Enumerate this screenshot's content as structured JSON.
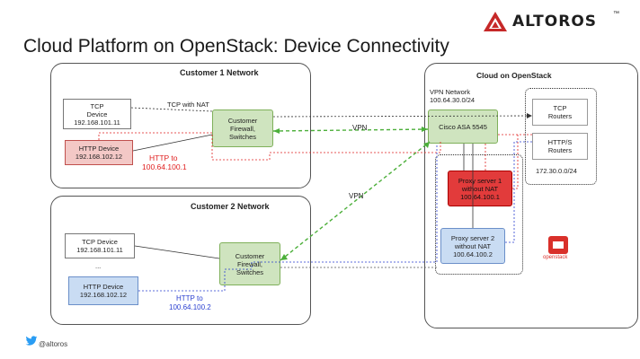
{
  "header": {
    "title": "Cloud Platform on OpenStack:  Device Connectivity",
    "logo_text": "ALTOROS",
    "logo_tm": "™"
  },
  "customer1": {
    "title": "Customer 1 Network",
    "tcp_device": [
      "TCP",
      "Device",
      "192.168.101.11"
    ],
    "tcp_nat_label": "TCP with NAT",
    "http_device": [
      "HTTP Device",
      "192.168.102.12"
    ],
    "http_to": [
      "HTTP  to",
      "100.64.100.1"
    ],
    "firewall": [
      "Customer",
      "Firewall,",
      "Switches"
    ]
  },
  "customer2": {
    "title": "Customer 2 Network",
    "tcp_device": [
      "TCP Device",
      "192.168.101.11"
    ],
    "ellipsis": "...",
    "http_device": [
      "HTTP Device",
      "192.168.102.12"
    ],
    "http_to": [
      "HTTP to",
      "100.64.100.2"
    ],
    "firewall": [
      "Customer",
      "Firewall,",
      "Switches"
    ]
  },
  "cloud": {
    "title": "Cloud on OpenStack",
    "vpn_network": [
      "VPN Network",
      "100.64.30.0/24"
    ],
    "cisco": "Cisco ASA 5545",
    "tcp_routers": [
      "TCP",
      "Routers"
    ],
    "https_routers": [
      "HTTP/S",
      "Routers"
    ],
    "subnet": "172.30.0.0/24",
    "proxy1": [
      "Proxy server 1",
      "without NAT",
      "100.64.100.1"
    ],
    "proxy2": [
      "Proxy server 2",
      "without NAT",
      "100.64.100.2"
    ],
    "openstack_label": "openstack"
  },
  "links": {
    "vpn1": "VPN",
    "vpn2": "VPN"
  },
  "footer": {
    "twitter_handle": "@altoros"
  },
  "colors": {
    "red_line": "#e02020",
    "blue_line": "#2a3fd0",
    "green_vpn": "#4caf3a",
    "logo_red": "#c62828"
  }
}
